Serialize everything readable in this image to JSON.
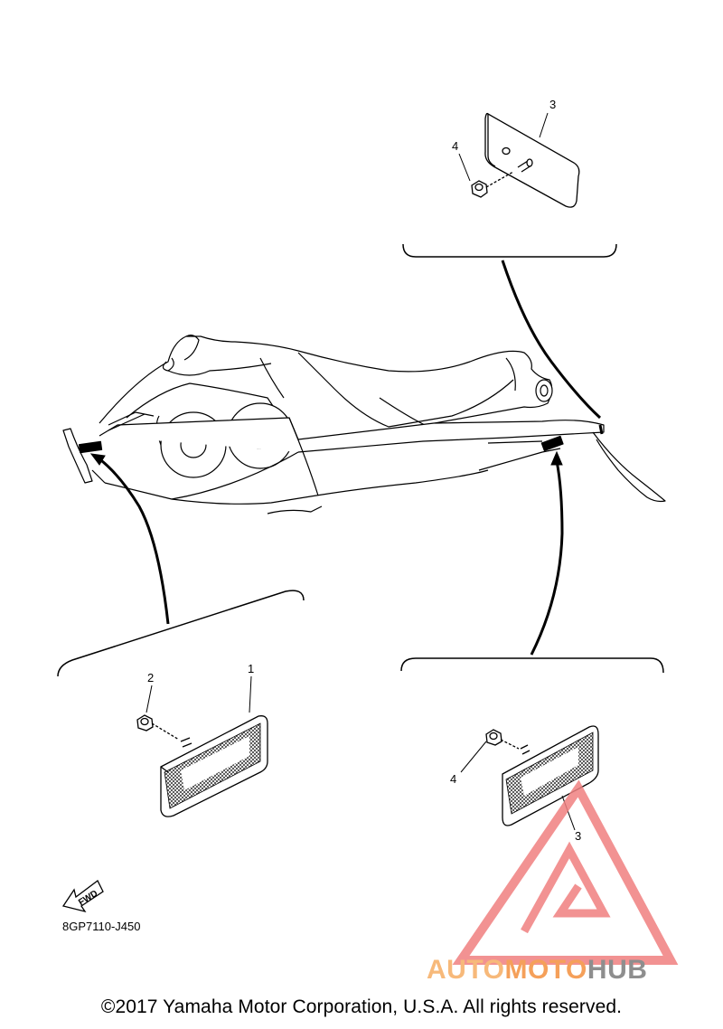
{
  "diagram": {
    "callouts": {
      "top_reflector": "3",
      "top_nut": "4",
      "front_nut": "2",
      "front_reflector": "1",
      "rear_nut": "4",
      "rear_reflector": "3"
    },
    "fwd_label": "FWD",
    "drawing_code": "8GP7110-J450"
  },
  "watermark": {
    "brand_part1": "AUTO",
    "brand_part2": "MOTO",
    "brand_part3": "HUB",
    "colors": {
      "logo": "#f08080",
      "auto": "#f7b97a",
      "moto": "#f5a05a",
      "hub": "#8e8e8e"
    }
  },
  "footer": {
    "copyright": "©2017 Yamaha Motor Corporation, U.S.A. All rights reserved."
  }
}
